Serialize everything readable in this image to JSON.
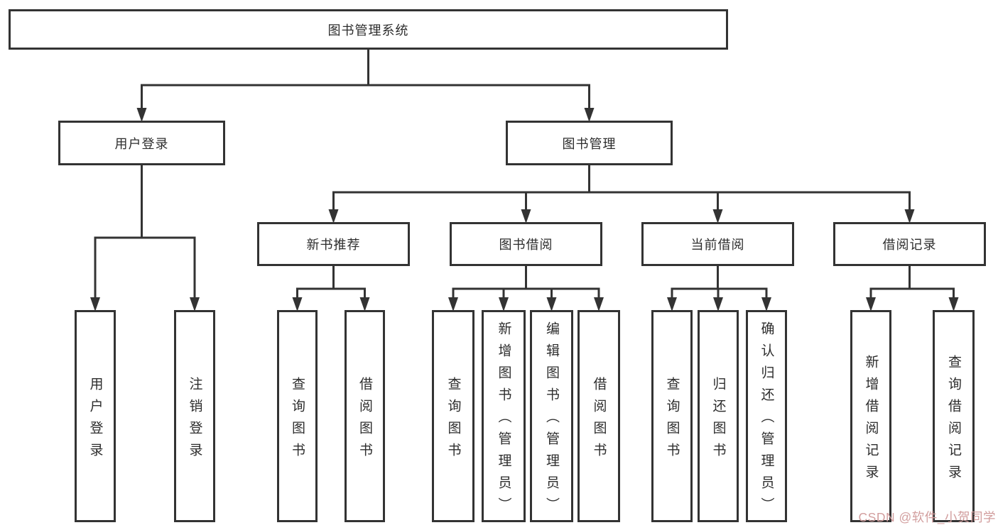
{
  "tree": {
    "label": "图书管理系统",
    "children": [
      {
        "label": "用户登录",
        "children": [
          {
            "label": "用户登录"
          },
          {
            "label": "注销登录"
          }
        ]
      },
      {
        "label": "图书管理",
        "children": [
          {
            "label": "新书推荐",
            "children": [
              {
                "label": "查询图书"
              },
              {
                "label": "借阅图书"
              }
            ]
          },
          {
            "label": "图书借阅",
            "children": [
              {
                "label": "查询图书"
              },
              {
                "label": "新增图书（管理员）"
              },
              {
                "label": "编辑图书（管理员）"
              },
              {
                "label": "借阅图书"
              }
            ]
          },
          {
            "label": "当前借阅",
            "children": [
              {
                "label": "查询图书"
              },
              {
                "label": "归还图书"
              },
              {
                "label": "确认归还（管理员）"
              }
            ]
          },
          {
            "label": "借阅记录",
            "children": [
              {
                "label": "新增借阅记录"
              },
              {
                "label": "查询借阅记录"
              }
            ]
          }
        ]
      }
    ]
  },
  "watermark": {
    "text": "CSDN @软件_小贺同学",
    "color": "#d29e9e"
  },
  "colors": {
    "line": "#333333",
    "box_border": "#333333",
    "text": "#2d2d2d",
    "background": "#ffffff"
  }
}
